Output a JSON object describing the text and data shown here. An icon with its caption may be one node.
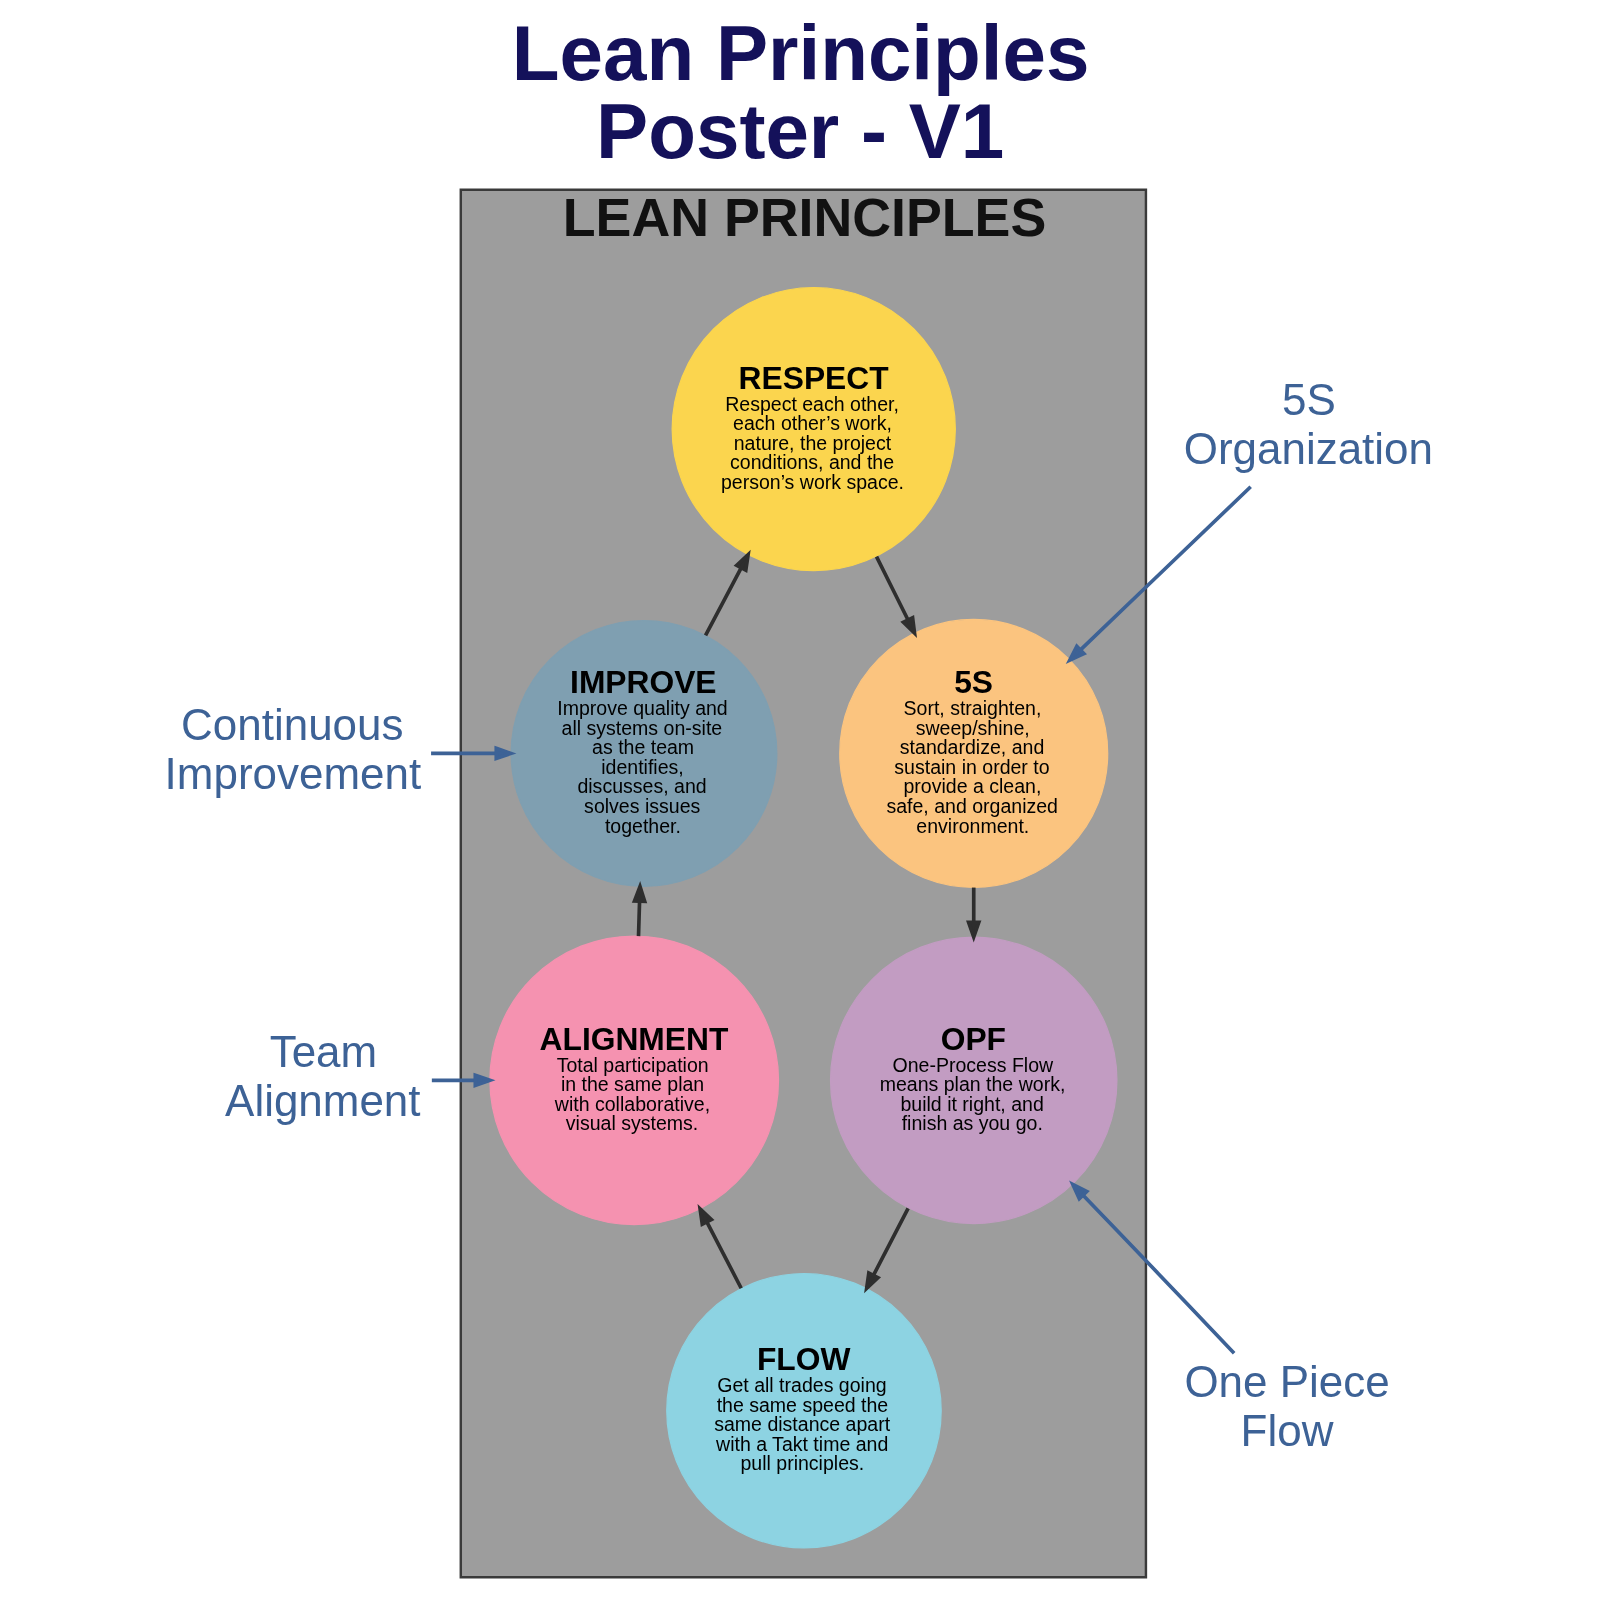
{
  "diagram": {
    "title": "Lean Principles Poster - V1",
    "nodes": [
      {
        "text": [
          "LEAN PRINCIPLES"
        ]
      },
      {
        "text": [
          "RESPECT",
          "Respect each other, each other’s work, nature, the project conditions, and the person’s work space."
        ],
        "in": 0
      },
      {
        "text": [
          "5S",
          "Sort, straighten, sweep/shine, standardize, and sustain in order to provide a clean, safe, and organized environment."
        ],
        "in": 0
      },
      {
        "text": [
          "OPF",
          "One-Process Flow means plan the work, build it right, and finish as you go."
        ],
        "in": 0
      },
      {
        "text": [
          "FLOW",
          "Get all trades going the same speed the same distance apart with a Takt time and pull principles."
        ],
        "in": 0
      },
      {
        "text": [
          "ALIGNMENT",
          "Total participation in the same plan with collaborative, visual systems."
        ],
        "in": 0
      },
      {
        "text": [
          "IMPROVE",
          "Improve quality and all systems on-site as the team identifies, discusses, and solves issues together."
        ],
        "in": 0
      },
      {
        "text": [
          "Continuous Improvement"
        ]
      },
      {
        "text": [
          "5S Organization"
        ]
      },
      {
        "text": [
          "Team Alignment"
        ]
      },
      {
        "text": [
          "One Piece Flow"
        ]
      }
    ],
    "edges": [
      {
        "from": 1,
        "to": 2,
        "arrow": "to"
      },
      {
        "from": 2,
        "to": 3,
        "arrow": "to"
      },
      {
        "from": 3,
        "to": 4,
        "arrow": "to"
      },
      {
        "from": 4,
        "to": 5,
        "arrow": "to"
      },
      {
        "from": 5,
        "to": 6,
        "arrow": "to"
      },
      {
        "from": 6,
        "to": 1,
        "arrow": "to"
      },
      {
        "from": 7,
        "to": 6,
        "arrow": "to",
        "color": "#3d6296"
      },
      {
        "from": 8,
        "to": 2,
        "arrow": "to",
        "color": "#3d6296"
      },
      {
        "from": 9,
        "to": 5,
        "arrow": "to",
        "color": "#3d6296"
      },
      {
        "from": 10,
        "to": 3,
        "arrow": "to",
        "color": "#3d6296"
      }
    ]
  }
}
